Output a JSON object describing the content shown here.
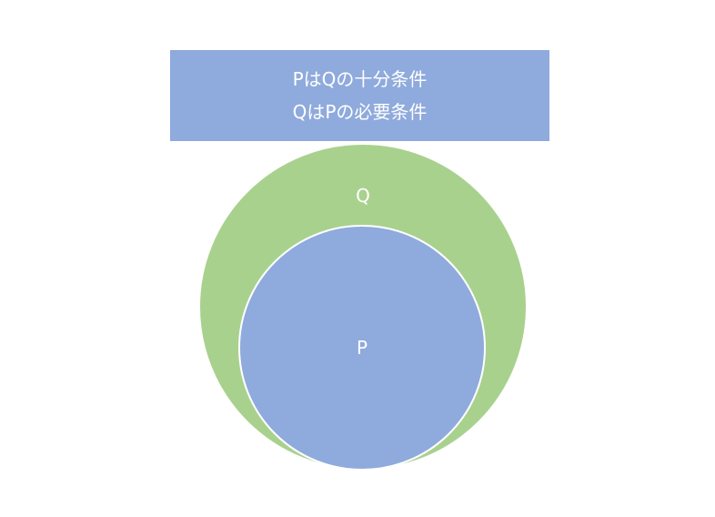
{
  "header": {
    "line1": "PはQの十分条件",
    "line2": "QはPの必要条件"
  },
  "diagram": {
    "outer_label": "Q",
    "inner_label": "P"
  },
  "colors": {
    "header_bg": "#8faadc",
    "outer_circle": "#a9d18e",
    "inner_circle": "#8faadc",
    "text": "#ffffff"
  }
}
